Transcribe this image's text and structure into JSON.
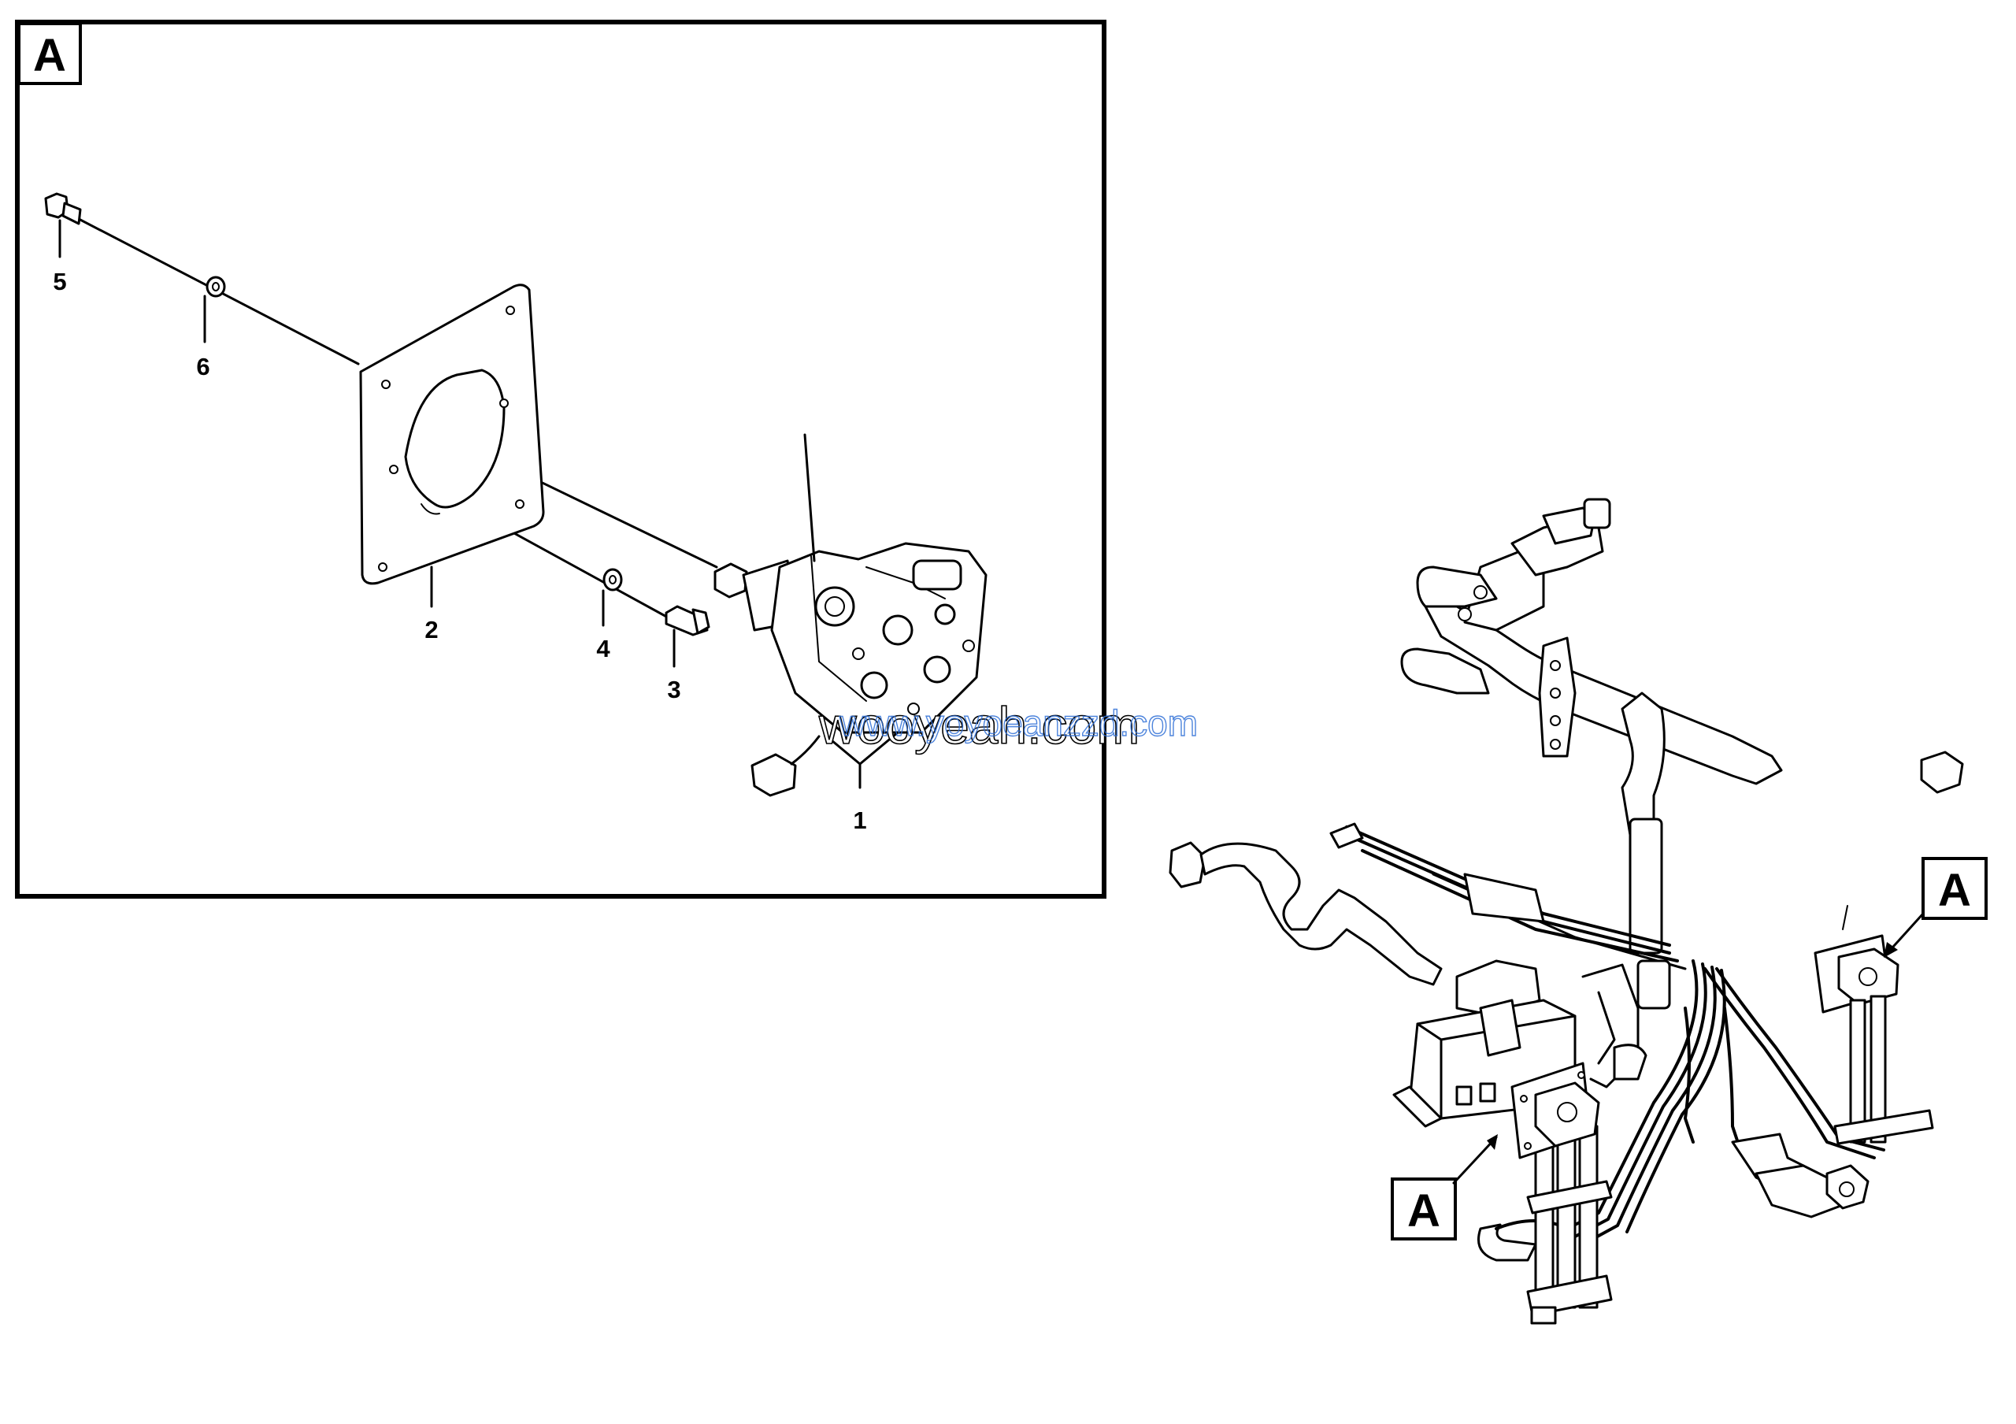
{
  "detail_view": {
    "label": "A",
    "callouts": [
      {
        "id": "callout-1",
        "text": "1"
      },
      {
        "id": "callout-2",
        "text": "2"
      },
      {
        "id": "callout-3",
        "text": "3"
      },
      {
        "id": "callout-4",
        "text": "4"
      },
      {
        "id": "callout-5",
        "text": "5"
      },
      {
        "id": "callout-6",
        "text": "6"
      }
    ]
  },
  "overview": {
    "labels": [
      {
        "id": "overview-label-right",
        "text": "A"
      },
      {
        "id": "overview-label-left",
        "text": "A"
      }
    ]
  },
  "watermark": {
    "text_back": "wooyeah.com",
    "text_front": "www.yoyoeanzzd.com",
    "colors": {
      "back": "#000000",
      "front": "#2f6fd6"
    }
  }
}
